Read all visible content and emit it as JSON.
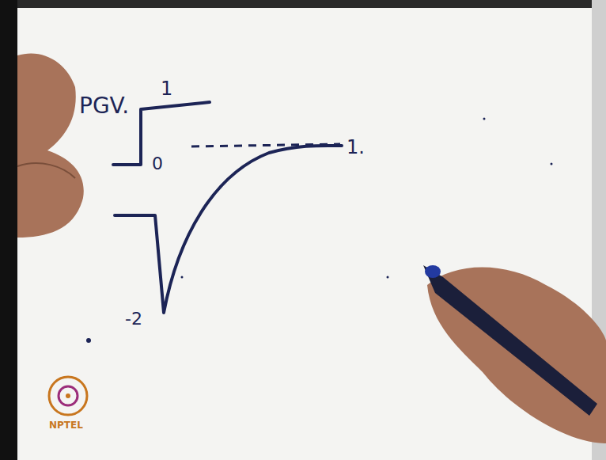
{
  "diagram": {
    "labels": [
      "PGV.",
      "1",
      "0",
      "-2",
      "1.",
      "NPTEL"
    ]
  }
}
